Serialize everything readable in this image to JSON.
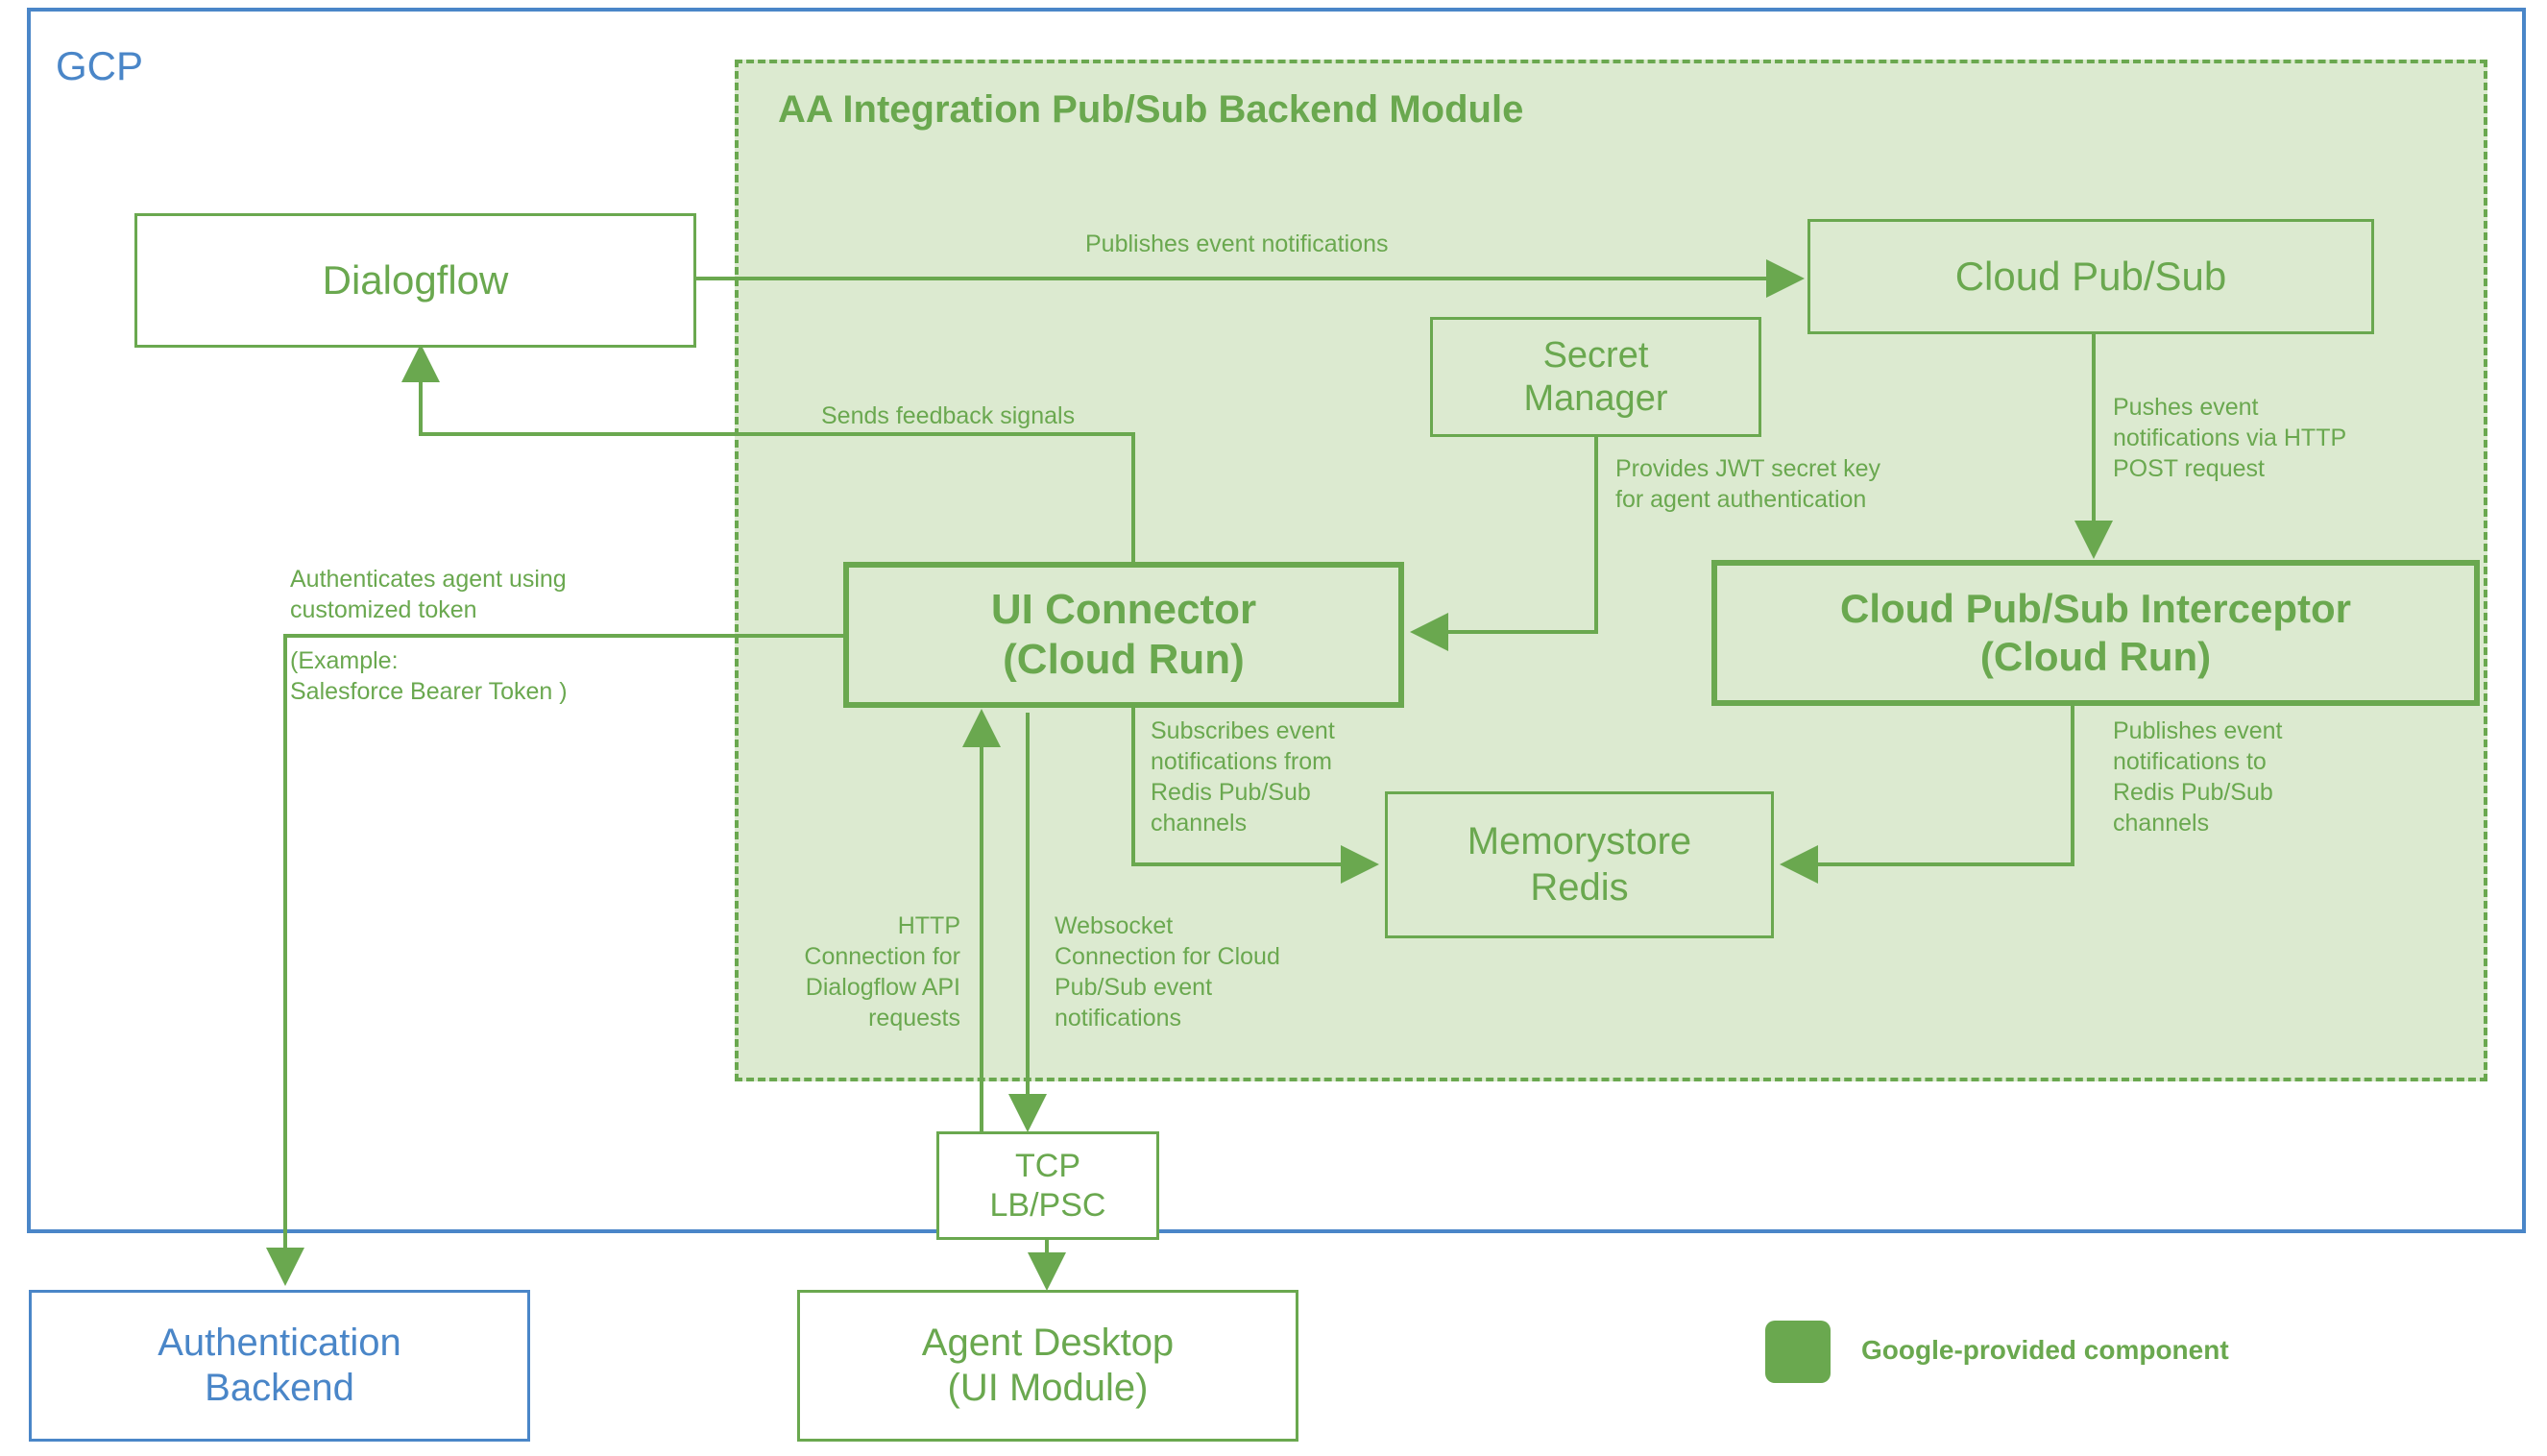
{
  "diagram": {
    "cloud_boundary": {
      "label": "GCP",
      "color": "#4a86c8"
    },
    "module": {
      "title": "AA Integration Pub/Sub Backend Module",
      "fill": "#dcead0",
      "border": "#6aa84f"
    },
    "accent_green": "#6aa84f",
    "accent_blue": "#4a86c8"
  },
  "nodes": {
    "dialogflow": {
      "label": "Dialogflow"
    },
    "cloud_pubsub": {
      "label": "Cloud Pub/Sub"
    },
    "secret_manager": {
      "line1": "Secret",
      "line2": "Manager"
    },
    "ui_connector": {
      "line1": "UI Connector",
      "line2": "(Cloud Run)"
    },
    "interceptor": {
      "line1": "Cloud Pub/Sub Interceptor",
      "line2": "(Cloud Run)"
    },
    "memorystore": {
      "line1": "Memorystore",
      "line2": "Redis"
    },
    "tcp_lb": {
      "line1": "TCP",
      "line2": "LB/PSC"
    },
    "auth_backend": {
      "line1": "Authentication",
      "line2": "Backend"
    },
    "agent_desktop": {
      "line1": "Agent Desktop",
      "line2": "(UI Module)"
    }
  },
  "edges": {
    "publishes_event_notifications": "Publishes event notifications",
    "sends_feedback_signals": "Sends feedback signals",
    "pushes_event_http_post": "Pushes event\nnotifications via HTTP\nPOST request",
    "provides_jwt_secret": "Provides JWT secret key\nfor agent authentication",
    "publishes_to_redis": "Publishes event\nnotifications to\nRedis Pub/Sub\nchannels",
    "subscribes_from_redis": "Subscribes event\nnotifications from\nRedis Pub/Sub\nchannels",
    "authenticates_agent": "Authenticates agent using\ncustomized token",
    "authenticates_agent_example": "(Example:\nSalesforce Bearer Token )",
    "http_connection": "HTTP\nConnection for\nDialogflow API\nrequests",
    "websocket_connection": "Websocket\nConnection for Cloud\nPub/Sub event\nnotifications"
  },
  "legend": {
    "swatch_color": "#6aa84f",
    "label": "Google-provided component"
  }
}
